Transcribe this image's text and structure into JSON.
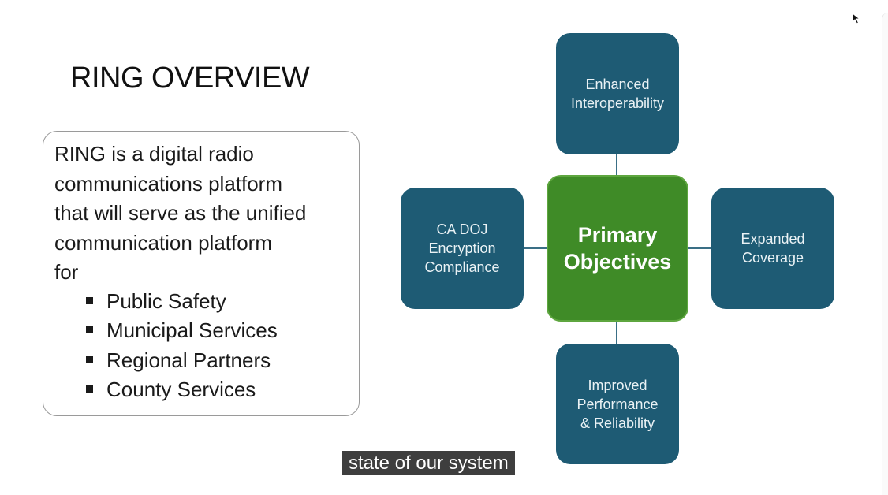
{
  "slide": {
    "title": "RING OVERVIEW",
    "intro_lines": [
      "RING is a digital radio",
      "communications platform",
      "that will serve as the unified",
      "communication platform",
      "for"
    ],
    "bullets": [
      "Public Safety",
      "Municipal Services",
      "Regional Partners",
      "County Services"
    ]
  },
  "diagram": {
    "center_lines": [
      "Primary",
      "Objectives"
    ],
    "top_lines": [
      "Enhanced",
      "Interoperability"
    ],
    "left_lines": [
      "CA DOJ",
      "Encryption",
      "Compliance"
    ],
    "right_lines": [
      "Expanded",
      "Coverage"
    ],
    "bottom_lines": [
      "Improved",
      "Performance",
      "& Reliability"
    ]
  },
  "caption": "state of our system",
  "colors": {
    "teal_box": "#1e5b74",
    "green_center": "#3f8b27",
    "caption_bg": "#080808"
  },
  "icons": {
    "cursor": "mouse-pointer-icon"
  }
}
